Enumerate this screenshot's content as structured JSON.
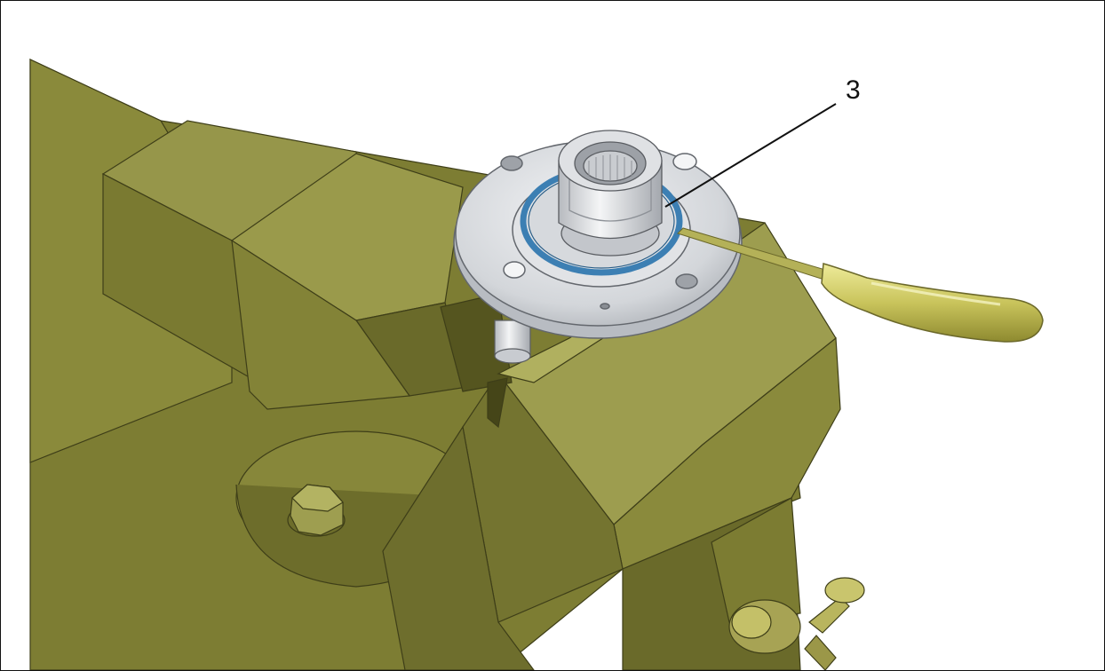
{
  "callouts": [
    {
      "label": "3",
      "target": "seal"
    }
  ],
  "colors": {
    "vise_top": "#8f8f3f",
    "vise_face": "#7d7d33",
    "vise_shadow": "#5f5f26",
    "vise_light": "#a6a653",
    "flange": "#d8dade",
    "seal_ring": "#3c7fb3",
    "screwdriver_handle": "#c9c45c"
  },
  "icons": [
    "vise-illustration",
    "flange-hub",
    "seal-ring",
    "screwdriver"
  ]
}
